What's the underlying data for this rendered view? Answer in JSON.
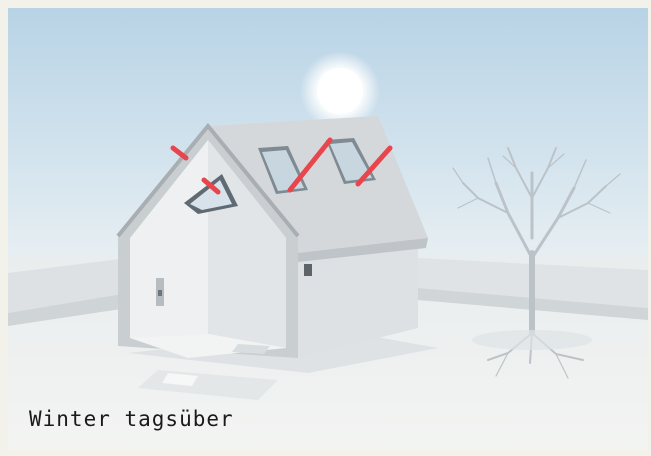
{
  "caption": "Winter tagsüber",
  "scene": {
    "icons": [
      "sun-icon",
      "house-cutaway",
      "bare-tree",
      "roof-window-icon",
      "airflow-arrow-icon"
    ],
    "colors": {
      "sky_top": "#bcd6e8",
      "ground": "#eff1ef",
      "house_wall": "#e3e6e8",
      "roof": "#d2d6d9",
      "sun": "#ffffff",
      "accent_arrow": "#e8454c",
      "tree": "#b9c0c6",
      "background": "#f2f2ea"
    }
  }
}
